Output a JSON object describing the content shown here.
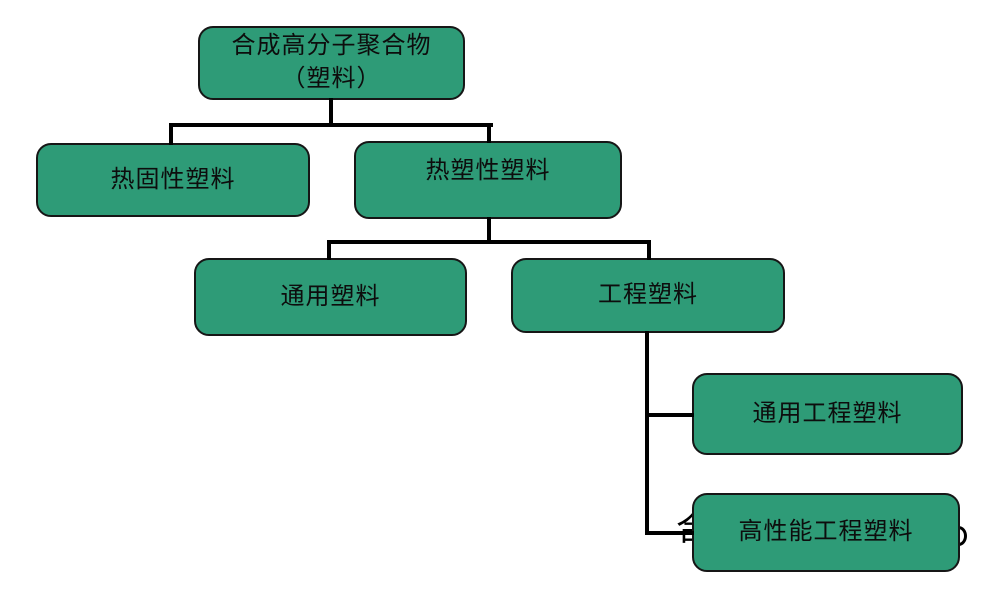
{
  "colors": {
    "node_fill": "#2e9b77",
    "node_border": "#161616",
    "connector": "#000000",
    "background": "#ffffff",
    "text": "#0d0d0d"
  },
  "nodes": {
    "root": {
      "line1": "合成高分子聚合物",
      "line2": "（塑料）"
    },
    "thermoset": {
      "label": "热固性塑料"
    },
    "thermoplastic": {
      "label": "热塑性塑料"
    },
    "general_plastic": {
      "label": "通用塑料"
    },
    "engineering_plastic": {
      "label": "工程塑料"
    },
    "general_engineering_plastic": {
      "label": "通用工程塑料"
    },
    "high_performance_engineering_plastic": {
      "label": "高性能工程塑料"
    }
  },
  "edges": [
    {
      "from": "root",
      "to": "thermoset"
    },
    {
      "from": "root",
      "to": "thermoplastic"
    },
    {
      "from": "thermoplastic",
      "to": "general_plastic"
    },
    {
      "from": "thermoplastic",
      "to": "engineering_plastic"
    },
    {
      "from": "engineering_plastic",
      "to": "general_engineering_plastic"
    },
    {
      "from": "engineering_plastic",
      "to": "high_performance_engineering_plastic"
    }
  ],
  "background_text": {
    "partial_char": "合"
  }
}
